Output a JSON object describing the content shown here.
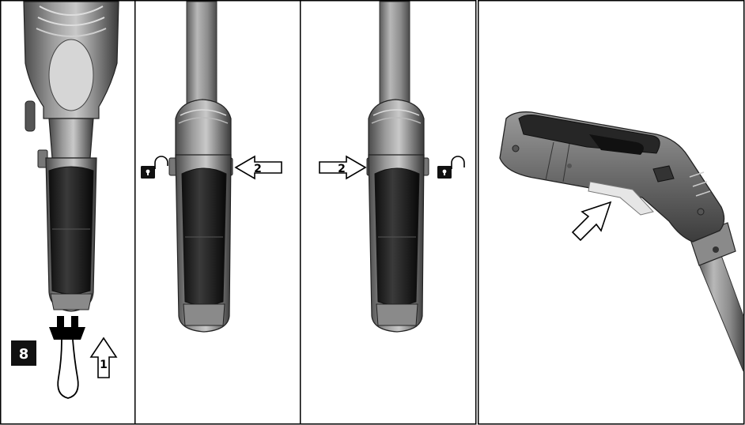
{
  "panels": {
    "p1": {
      "figure_number": "8",
      "step_arrow_label": "1"
    },
    "p2": {
      "step_arrow_label": "2"
    },
    "p3": {
      "step_arrow_label": "2"
    }
  },
  "colors": {
    "frame": "#000000",
    "badge_fill": "#111111",
    "badge_text": "#ffffff",
    "handle_dark": "#1c1c1c",
    "handle_mid": "#6f6f6f",
    "handle_light": "#bdbdbd",
    "pole": "#8a8a8a"
  },
  "icons": [
    "lock-closed-icon",
    "lock-open-icon",
    "arrow-up-icon",
    "arrow-left-icon",
    "arrow-right-icon",
    "cable-connector-icon"
  ]
}
